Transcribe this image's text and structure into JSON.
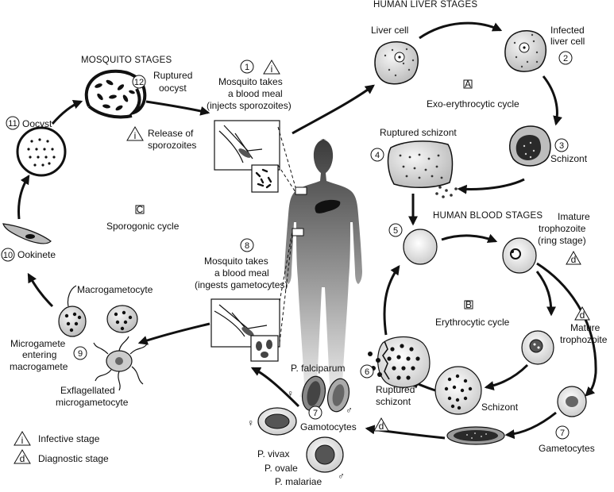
{
  "sections": {
    "liver": "HUMAN LIVER STAGES",
    "mosquito": "MOSQUITO STAGES",
    "blood": "HUMAN BLOOD STAGES"
  },
  "cycles": {
    "a_letter": "A",
    "a_text": "Exo-erythrocytic cycle",
    "b_letter": "B",
    "b_text": "Erythrocytic cycle",
    "c_letter": "C",
    "c_text": "Sporogonic cycle"
  },
  "steps": {
    "s1_num": "1",
    "s1_line1": "Mosquito takes",
    "s1_line2": "a blood meal",
    "s1_line3": "(injects sporozoites)",
    "s2_num": "2",
    "liver_cell": "Liver cell",
    "infected_1": "Infected",
    "infected_2": "liver cell",
    "s3_num": "3",
    "schizont": "Schizont",
    "s4_num": "4",
    "ruptured_schizont": "Ruptured schizont",
    "s5_num": "5",
    "immature_1": "Imature",
    "immature_2": "trophozoite",
    "immature_3": "(ring stage)",
    "mature_1": "Mature",
    "mature_2": "trophozoite",
    "schizont_blood": "Schizont",
    "s6_num": "6",
    "ruptured_1": "Ruptured",
    "ruptured_2": "schizont",
    "s7_num": "7",
    "gametocytes": "Gametocytes",
    "s7b_num": "7",
    "gamotocytes": "Gamotocytes",
    "p_falciparum": "P. falciparum",
    "p_vivax": "P. vivax",
    "p_ovale": "P. ovale",
    "p_malariae": "P. malariae",
    "s8_num": "8",
    "s8_line1": "Mosquito takes",
    "s8_line2": "a blood meal",
    "s8_line3": "(ingests gametocytes)",
    "s9_num": "9",
    "macrogametocyte": "Macrogametocyte",
    "micro_1": "Microgamete",
    "micro_2": "entering",
    "micro_3": "macrogamete",
    "exfl_1": "Exflagellated",
    "exfl_2": "microgametocyte",
    "s10_num": "10",
    "ookinete": "Ookinete",
    "s11_num": "11",
    "oocyst": "Oocyst",
    "s12_num": "12",
    "ruptured_oocyst_1": "Ruptured",
    "ruptured_oocyst_2": "oocyst",
    "release_1": "Release of",
    "release_2": "sporozoites"
  },
  "legend": {
    "infective_symbol": "i",
    "infective": "Infective stage",
    "diagnostic_symbol": "d",
    "diagnostic": "Diagnostic stage"
  },
  "sex": {
    "female": "♀",
    "male": "♂"
  }
}
